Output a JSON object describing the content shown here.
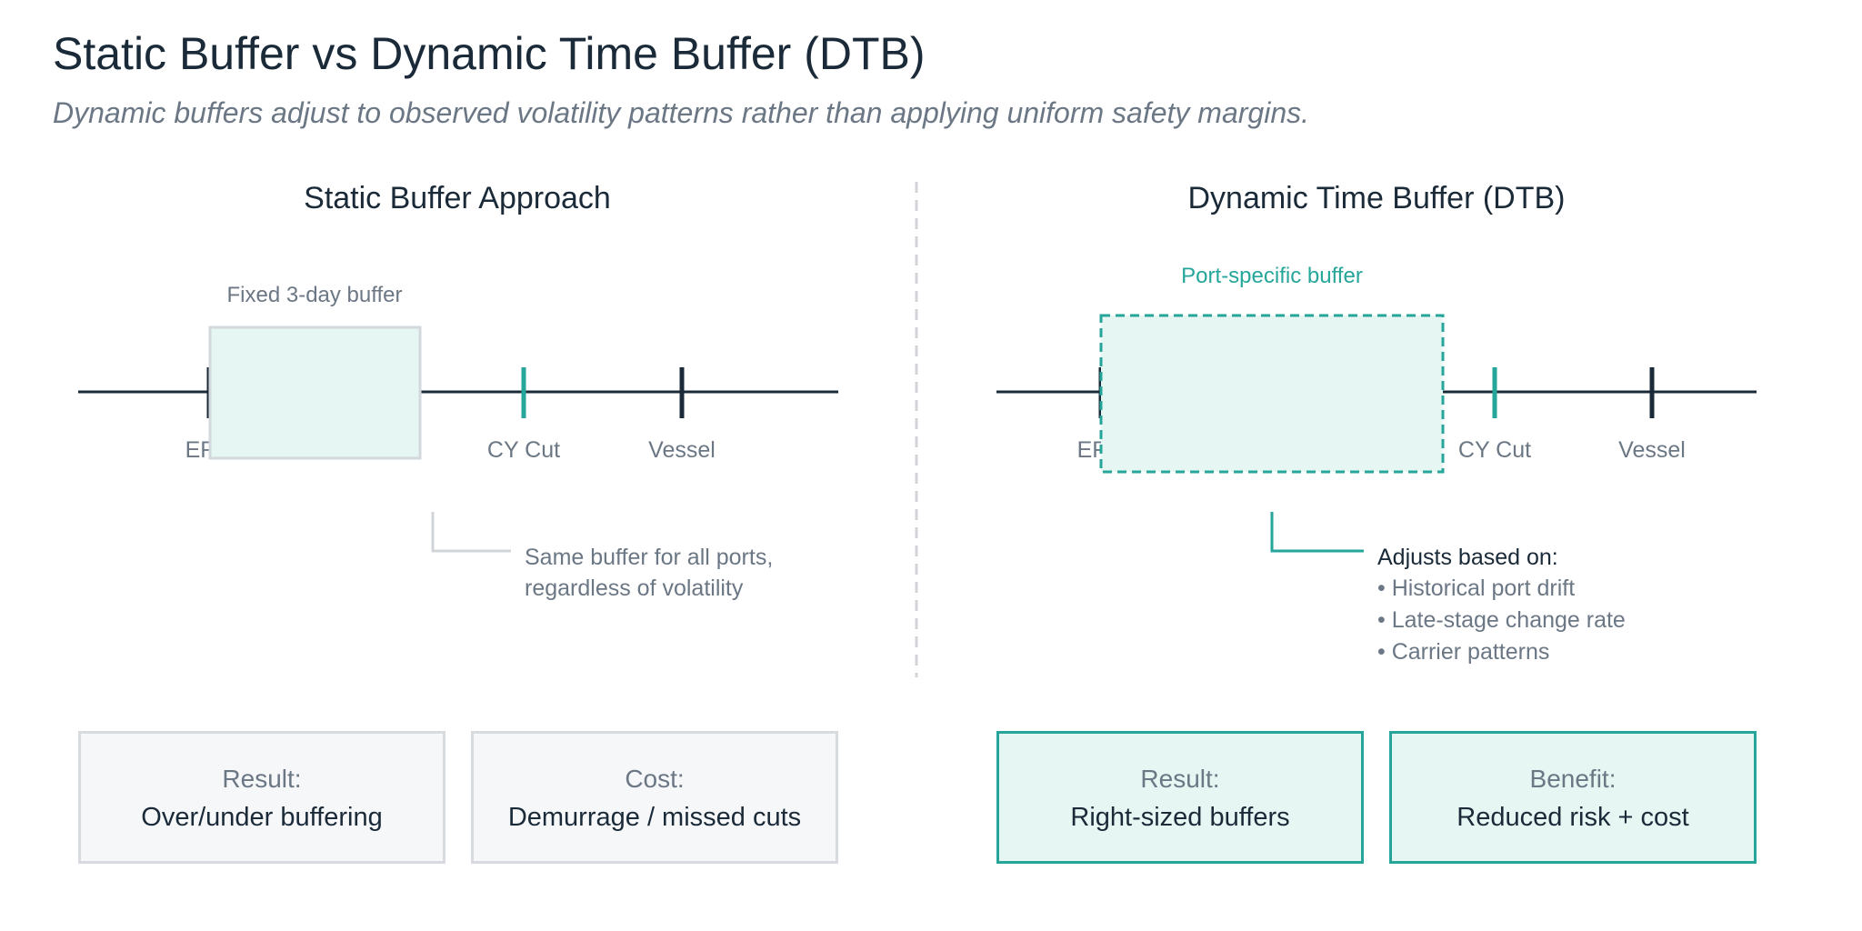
{
  "header": {
    "title": "Static Buffer vs Dynamic Time Buffer (DTB)",
    "subtitle": "Dynamic buffers adjust to observed volatility patterns rather than applying uniform safety margins."
  },
  "colors": {
    "ink": "#1a2a38",
    "muted": "#6b7784",
    "teal": "#26a69a",
    "teal_fill": "#e6f6f3",
    "gray_fill": "#f6f7f9",
    "gray_border": "#d7dbdf"
  },
  "static_panel": {
    "heading": "Static Buffer Approach",
    "buffer_label": "Fixed 3-day buffer",
    "timeline_labels": {
      "erd": "ERD",
      "cy_cut": "CY Cut",
      "vessel": "Vessel"
    },
    "note_lines": [
      "Same buffer for all ports,",
      "regardless of volatility"
    ],
    "boxes": [
      {
        "key": "Result:",
        "value": "Over/under buffering"
      },
      {
        "key": "Cost:",
        "value": "Demurrage / missed cuts"
      }
    ]
  },
  "dynamic_panel": {
    "heading": "Dynamic Time Buffer (DTB)",
    "buffer_label": "Port-specific buffer",
    "timeline_labels": {
      "erd": "ERD",
      "cy_cut": "CY Cut",
      "vessel": "Vessel"
    },
    "adjusts_heading": "Adjusts based on:",
    "adjusts_items": [
      "• Historical port drift",
      "• Late-stage change rate",
      "• Carrier patterns"
    ],
    "boxes": [
      {
        "key": "Result:",
        "value": "Right-sized buffers"
      },
      {
        "key": "Benefit:",
        "value": "Reduced risk + cost"
      }
    ]
  }
}
